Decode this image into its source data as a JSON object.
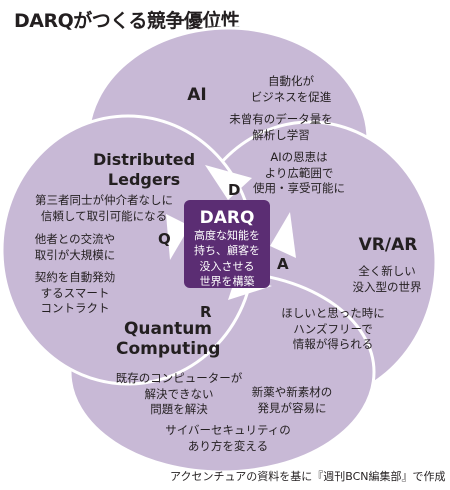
{
  "title": "DARQがつくる競争優位性",
  "center": {
    "title": "DARQ",
    "body": "高度な知能を\n持ち、顧客を\n没入させる\n世界を構築"
  },
  "letters": {
    "d": "D",
    "a": "A",
    "r": "R",
    "q": "Q"
  },
  "ai": {
    "heading": "AI",
    "items": [
      "自動化が\nビジネスを促進",
      "未曾有のデータ量を\n解析し学習",
      "AIの恩恵は\nより広範囲で\n使用・享受可能に"
    ]
  },
  "dl": {
    "heading": "Distributed\nLedgers",
    "items": [
      "第三者同士が仲介者なしに\n信頼して取引可能になる",
      "他者との交流や\n取引が大規模に",
      "契約を自動発効\nするスマート\nコントラクト"
    ]
  },
  "vr": {
    "heading": "VR/AR",
    "items": [
      "全く新しい\n没入型の世界",
      "ほしいと思った時に\nハンズフリーで\n情報が得られる"
    ]
  },
  "qc": {
    "heading": "Quantum\nComputing",
    "items": [
      "既存のコンピューターが\n解決できない\n問題を解決",
      "新薬や新素材の\n発見が容易に",
      "サイバーセキュリティの\nあり方を変える"
    ]
  },
  "source": "アクセンチュアの資料を基に『週刊BCN編集部』で作成",
  "colors": {
    "petal": "#c8b9d6",
    "petal_stroke": "#ffffff",
    "center": "#5b2d73",
    "text": "#231f20"
  }
}
